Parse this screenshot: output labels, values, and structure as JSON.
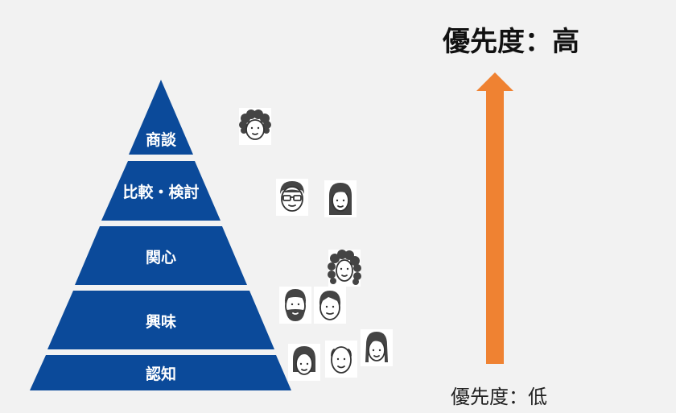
{
  "pyramid": {
    "fill_color": "#0b4a9a",
    "tiers": [
      {
        "label": "商談"
      },
      {
        "label": "比較・検討"
      },
      {
        "label": "関心"
      },
      {
        "label": "興味"
      },
      {
        "label": "認知"
      }
    ]
  },
  "priority_arrow": {
    "color": "#ef8232",
    "high_label": "優先度：高",
    "low_label": "優先度：低"
  },
  "avatar_icons": [
    "curly-hair-person-icon",
    "glasses-man-icon",
    "long-hair-woman-icon",
    "curly-hair-woman-icon",
    "bearded-man-icon",
    "short-hair-man-icon",
    "bob-hair-woman-icon",
    "bald-man-icon",
    "ponytail-woman-icon"
  ]
}
